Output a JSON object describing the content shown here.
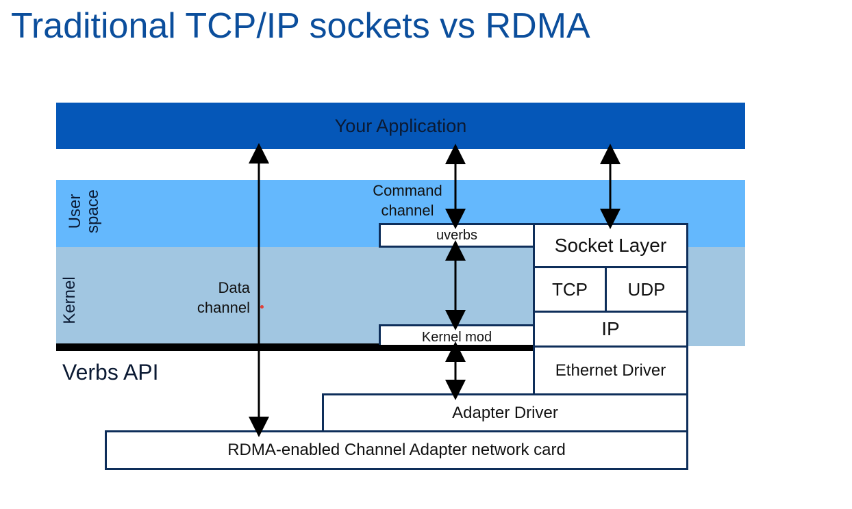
{
  "slide": {
    "title": "Traditional TCP/IP sockets vs RDMA"
  },
  "diagram": {
    "app": "Your Application",
    "user_space": "User\nspace",
    "kernel": "Kernel",
    "verbs_api": "Verbs API",
    "data_channel": "Data\nchannel",
    "command_channel": "Command\nchannel",
    "uverbs": "uverbs",
    "kernel_mod": "Kernel mod",
    "socket_layer": "Socket Layer",
    "tcp": "TCP",
    "udp": "UDP",
    "ip": "IP",
    "ethernet_driver": "Ethernet Driver",
    "adapter_driver": "Adapter Driver",
    "rdma_card": "RDMA-enabled Channel Adapter network card"
  },
  "colors": {
    "title": "#0b4e9c",
    "app_band": "#0557b8",
    "user_band": "#64b8fd",
    "kernel_band": "#a1c6e1",
    "box_border": "#0e2e5a"
  }
}
